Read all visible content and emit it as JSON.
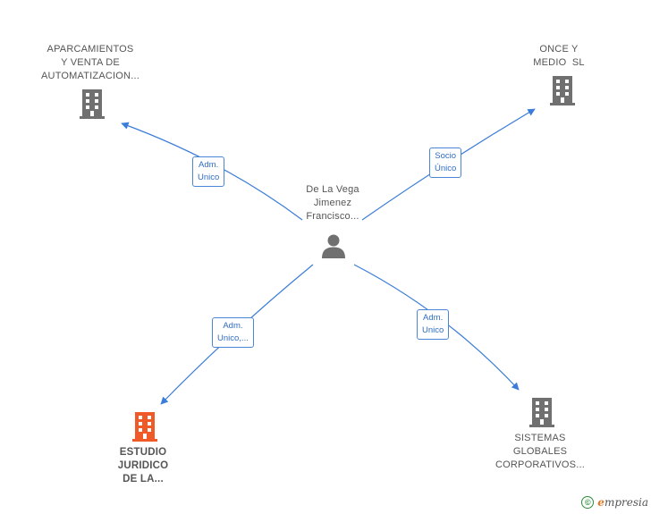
{
  "center": {
    "lines": [
      "De La Vega",
      "Jimenez",
      "Francisco..."
    ],
    "icon": "person-icon"
  },
  "nodes": [
    {
      "id": "aparcamientos",
      "lines": [
        "APARCAMIENTOS",
        "Y VENTA DE",
        "AUTOMATIZACION..."
      ],
      "icon": "building-icon",
      "color": "#707070"
    },
    {
      "id": "once-y-medio",
      "lines": [
        "ONCE Y",
        "MEDIO  SL"
      ],
      "icon": "building-icon",
      "color": "#707070"
    },
    {
      "id": "estudio-juridico",
      "lines": [
        "ESTUDIO",
        "JURIDICO",
        "DE LA..."
      ],
      "icon": "building-icon",
      "color": "#f05a28"
    },
    {
      "id": "sistemas-globales",
      "lines": [
        "SISTEMAS",
        "GLOBALES",
        "CORPORATIVOS..."
      ],
      "icon": "building-icon",
      "color": "#707070"
    }
  ],
  "edges": [
    {
      "target": "aparcamientos",
      "lines": [
        "Adm.",
        "Unico"
      ]
    },
    {
      "target": "once-y-medio",
      "lines": [
        "Socio",
        "Único"
      ]
    },
    {
      "target": "estudio-juridico",
      "lines": [
        "Adm.",
        "Unico,..."
      ]
    },
    {
      "target": "sistemas-globales",
      "lines": [
        "Adm.",
        "Unico"
      ]
    }
  ],
  "colors": {
    "edge": "#3b7dd8",
    "node_text": "#555555"
  },
  "brand": {
    "copyright": "©",
    "initial": "e",
    "rest": "mpresia"
  }
}
